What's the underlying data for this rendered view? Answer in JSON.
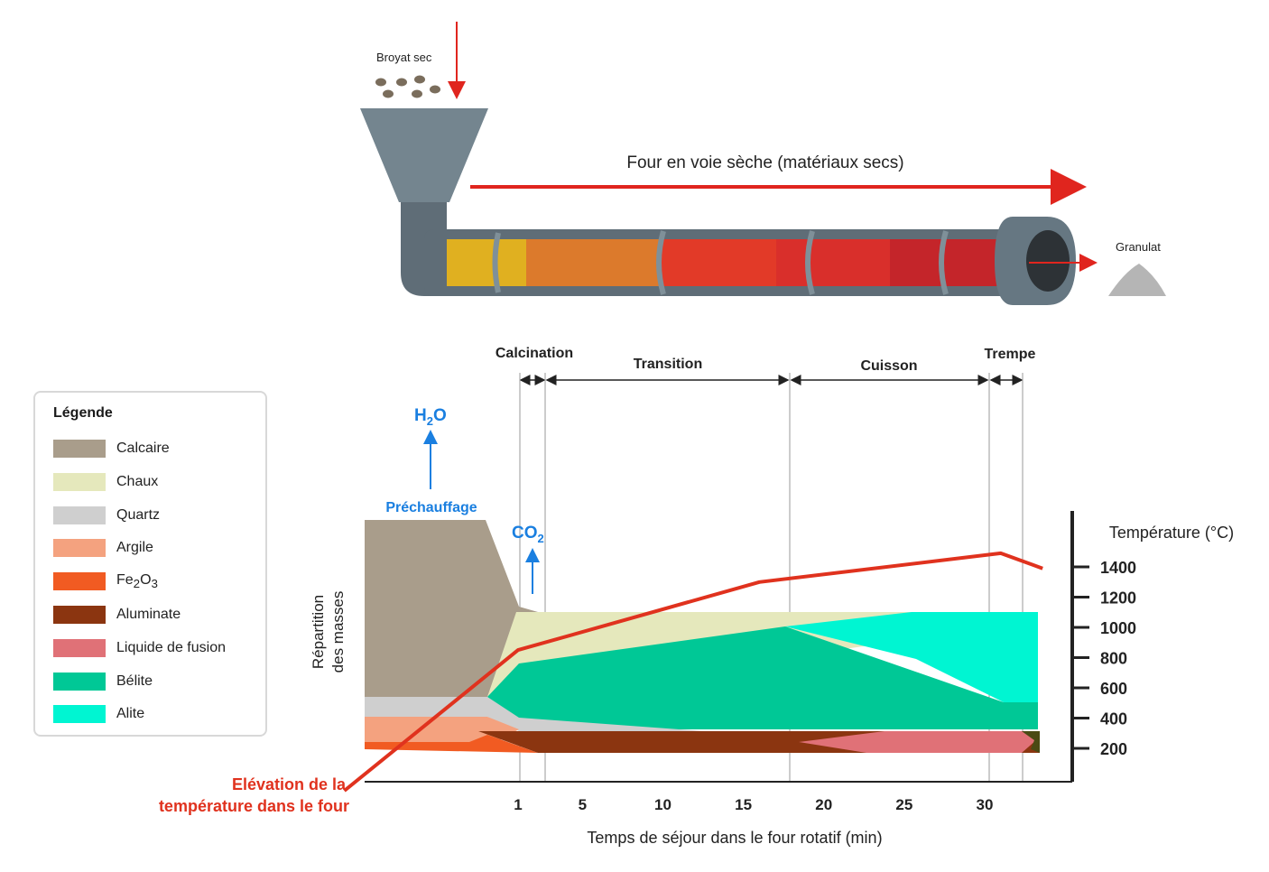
{
  "kiln": {
    "feed_label": "Broyat sec",
    "direction_label": "Four en voie sèche (matériaux secs)",
    "product_label": "Granulat",
    "colors": {
      "body": "#667782",
      "dark": "#546069",
      "red": "#e0251e"
    }
  },
  "phases": {
    "calcination": "Calcination",
    "transition": "Transition",
    "cuisson": "Cuisson",
    "trempe": "Trempe",
    "prechauffage": "Préchauffage"
  },
  "gases": {
    "h2o": {
      "base": "H",
      "sub": "2",
      "tail": "O"
    },
    "co2": {
      "base": "CO",
      "sub": "2"
    },
    "color": "#1a7fe0"
  },
  "legend": {
    "title": "Légende",
    "items": [
      {
        "label": "Calcaire",
        "color": "#a99d8b"
      },
      {
        "label": "Chaux",
        "color": "#e5e8bc"
      },
      {
        "label": "Quartz",
        "color": "#cfcfcf"
      },
      {
        "label": "Argile",
        "color": "#f4a27f"
      },
      {
        "label": "Fe2O3",
        "base": "Fe",
        "sub1": "2",
        "mid": "O",
        "sub2": "3",
        "color": "#f15b22"
      },
      {
        "label": "Aluminate",
        "color": "#8b3510"
      },
      {
        "label": "Liquide de fusion",
        "color": "#e07177"
      },
      {
        "label": "Bélite",
        "color": "#00c896"
      },
      {
        "label": "Alite",
        "color": "#00f5d2"
      }
    ]
  },
  "chart_data": {
    "type": "area",
    "ylabel_left": "Répartition des masses",
    "ylabel_right": "Température (°C)",
    "xlabel": "Temps de séjour dans le four rotatif (min)",
    "x_ticks": [
      1,
      5,
      10,
      15,
      20,
      25,
      30
    ],
    "y_right_ticks": [
      200,
      400,
      600,
      800,
      1000,
      1200,
      1400
    ],
    "temperature_label": "Elévation de la température dans le four",
    "temperature_line": {
      "color": "#e0321e",
      "points": [
        [
          -9.8,
          0
        ],
        [
          1,
          850
        ],
        [
          16,
          1300
        ],
        [
          31,
          1490
        ],
        [
          33.6,
          1390
        ]
      ]
    }
  }
}
